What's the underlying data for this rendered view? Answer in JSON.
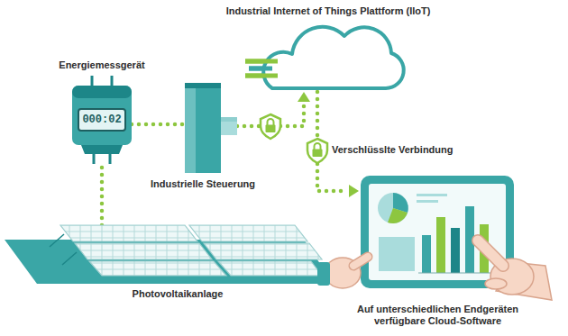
{
  "diagram": {
    "nodes": [
      {
        "text": [
          "Industrial Internet of Things Plattform (IIoT)"
        ]
      },
      {
        "text": [
          "Energiemessgerät",
          "000:02"
        ]
      },
      {
        "text": [
          "Industrielle Steuerung"
        ]
      },
      {
        "text": [
          "Photovoltaikanlage"
        ]
      },
      {
        "text": [
          "Auf unterschiedlichen Endgeräten verfügbare Cloud-Software"
        ]
      }
    ],
    "edges": [
      {
        "from": 3,
        "to": 1,
        "arrow": "none"
      },
      {
        "from": 1,
        "to": 2,
        "arrow": "none"
      },
      {
        "from": 2,
        "to": 0,
        "arrow": "to"
      },
      {
        "from": 0,
        "to": 4,
        "arrow": "to"
      }
    ],
    "labels": [
      "Verschlüsslte Verbindung"
    ]
  }
}
